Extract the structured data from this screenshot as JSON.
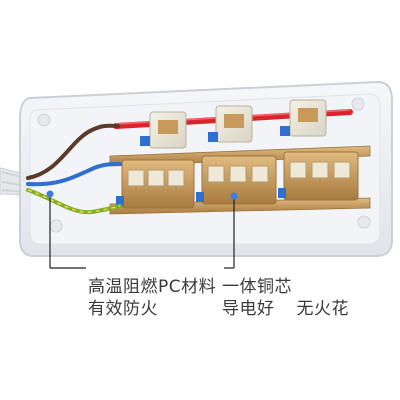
{
  "captions": {
    "left_line1": "高温阻燃PC材料",
    "left_line2": "有效防火",
    "right_line1": "一体铜芯",
    "right_line2a": "导电好",
    "right_line2b": "无火花"
  },
  "colors": {
    "housing": "#eef0f3",
    "housing_edge": "#d8dce2",
    "copper": "#c79a5a",
    "copper_dark": "#9c7440",
    "wire_red": "#d8252b",
    "wire_brown": "#5a3a2a",
    "wire_blue": "#2f6fd0",
    "wire_green_yellow": "#7fae2a",
    "callout_line": "#222222",
    "callout_dot": "#3a7de0"
  },
  "socket_modules": [
    {
      "id": 1
    },
    {
      "id": 2
    },
    {
      "id": 3
    }
  ]
}
